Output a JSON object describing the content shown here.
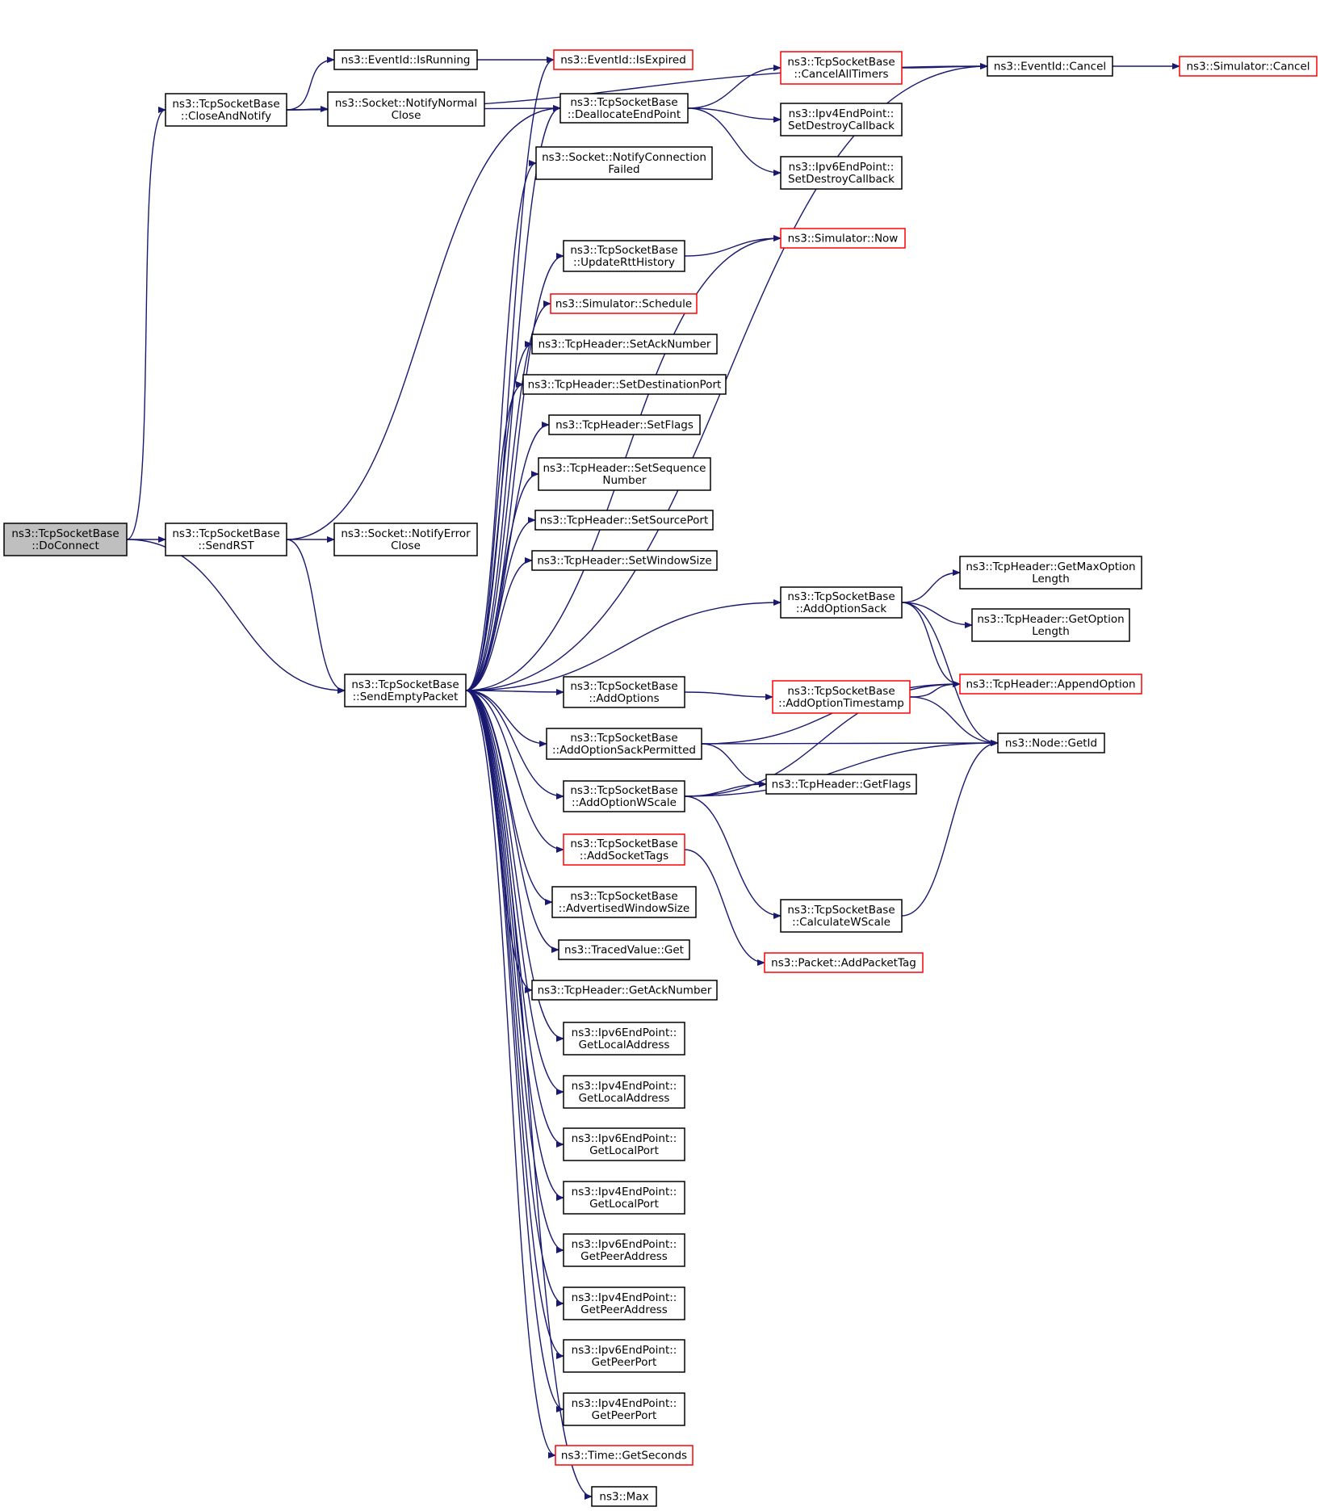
{
  "colors": {
    "root_fill": "#bfbfbf",
    "node_fill": "#ffffff",
    "border_normal": "#000000",
    "border_truncated": "#ff0000",
    "edge": "#191970"
  },
  "nodes": [
    {
      "id": "doconnect",
      "lines": [
        "ns3::TcpSocketBase",
        "::DoConnect"
      ],
      "style": "root"
    },
    {
      "id": "closeandnotify",
      "lines": [
        "ns3::TcpSocketBase",
        "::CloseAndNotify"
      ],
      "style": "normal"
    },
    {
      "id": "sendrst",
      "lines": [
        "ns3::TcpSocketBase",
        "::SendRST"
      ],
      "style": "normal"
    },
    {
      "id": "sendemptypacket",
      "lines": [
        "ns3::TcpSocketBase",
        "::SendEmptyPacket"
      ],
      "style": "normal"
    },
    {
      "id": "isrunning",
      "lines": [
        "ns3::EventId::IsRunning"
      ],
      "style": "normal"
    },
    {
      "id": "notifynormalclose",
      "lines": [
        "ns3::Socket::NotifyNormal",
        "Close"
      ],
      "style": "normal"
    },
    {
      "id": "notifyerrorclose",
      "lines": [
        "ns3::Socket::NotifyError",
        "Close"
      ],
      "style": "normal"
    },
    {
      "id": "isexpired",
      "lines": [
        "ns3::EventId::IsExpired"
      ],
      "style": "truncated"
    },
    {
      "id": "deallocateendpoint",
      "lines": [
        "ns3::TcpSocketBase",
        "::DeallocateEndPoint"
      ],
      "style": "normal"
    },
    {
      "id": "notifyconnectionfailed",
      "lines": [
        "ns3::Socket::NotifyConnection",
        "Failed"
      ],
      "style": "normal"
    },
    {
      "id": "updatertthistory",
      "lines": [
        "ns3::TcpSocketBase",
        "::UpdateRttHistory"
      ],
      "style": "normal"
    },
    {
      "id": "schedule",
      "lines": [
        "ns3::Simulator::Schedule"
      ],
      "style": "truncated"
    },
    {
      "id": "setacknumber",
      "lines": [
        "ns3::TcpHeader::SetAckNumber"
      ],
      "style": "normal"
    },
    {
      "id": "setdestinationport",
      "lines": [
        "ns3::TcpHeader::SetDestinationPort"
      ],
      "style": "normal"
    },
    {
      "id": "setflags",
      "lines": [
        "ns3::TcpHeader::SetFlags"
      ],
      "style": "normal"
    },
    {
      "id": "setsequencenumber",
      "lines": [
        "ns3::TcpHeader::SetSequence",
        "Number"
      ],
      "style": "normal"
    },
    {
      "id": "setsourceport",
      "lines": [
        "ns3::TcpHeader::SetSourcePort"
      ],
      "style": "normal"
    },
    {
      "id": "setwindowsize",
      "lines": [
        "ns3::TcpHeader::SetWindowSize"
      ],
      "style": "normal"
    },
    {
      "id": "addoptions",
      "lines": [
        "ns3::TcpSocketBase",
        "::AddOptions"
      ],
      "style": "normal"
    },
    {
      "id": "addoptionsackpermitted",
      "lines": [
        "ns3::TcpSocketBase",
        "::AddOptionSackPermitted"
      ],
      "style": "normal"
    },
    {
      "id": "addoptionwscale",
      "lines": [
        "ns3::TcpSocketBase",
        "::AddOptionWScale"
      ],
      "style": "normal"
    },
    {
      "id": "addsockettags",
      "lines": [
        "ns3::TcpSocketBase",
        "::AddSocketTags"
      ],
      "style": "truncated"
    },
    {
      "id": "advertisedwindowsize",
      "lines": [
        "ns3::TcpSocketBase",
        "::AdvertisedWindowSize"
      ],
      "style": "normal"
    },
    {
      "id": "tracedvalueget",
      "lines": [
        "ns3::TracedValue::Get"
      ],
      "style": "normal"
    },
    {
      "id": "getacknumber",
      "lines": [
        "ns3::TcpHeader::GetAckNumber"
      ],
      "style": "normal"
    },
    {
      "id": "ipv6getlocaladdress",
      "lines": [
        "ns3::Ipv6EndPoint::",
        "GetLocalAddress"
      ],
      "style": "normal"
    },
    {
      "id": "ipv4getlocaladdress",
      "lines": [
        "ns3::Ipv4EndPoint::",
        "GetLocalAddress"
      ],
      "style": "normal"
    },
    {
      "id": "ipv6getlocalport",
      "lines": [
        "ns3::Ipv6EndPoint::",
        "GetLocalPort"
      ],
      "style": "normal"
    },
    {
      "id": "ipv4getlocalport",
      "lines": [
        "ns3::Ipv4EndPoint::",
        "GetLocalPort"
      ],
      "style": "normal"
    },
    {
      "id": "ipv6getpeeraddress",
      "lines": [
        "ns3::Ipv6EndPoint::",
        "GetPeerAddress"
      ],
      "style": "normal"
    },
    {
      "id": "ipv4getpeeraddress",
      "lines": [
        "ns3::Ipv4EndPoint::",
        "GetPeerAddress"
      ],
      "style": "normal"
    },
    {
      "id": "ipv6getpeerport",
      "lines": [
        "ns3::Ipv6EndPoint::",
        "GetPeerPort"
      ],
      "style": "normal"
    },
    {
      "id": "ipv4getpeerport",
      "lines": [
        "ns3::Ipv4EndPoint::",
        "GetPeerPort"
      ],
      "style": "normal"
    },
    {
      "id": "timegetseconds",
      "lines": [
        "ns3::Time::GetSeconds"
      ],
      "style": "truncated"
    },
    {
      "id": "max",
      "lines": [
        "ns3::Max"
      ],
      "style": "normal"
    },
    {
      "id": "cancelalltimers",
      "lines": [
        "ns3::TcpSocketBase",
        "::CancelAllTimers"
      ],
      "style": "truncated"
    },
    {
      "id": "ipv4setdestroycallback",
      "lines": [
        "ns3::Ipv4EndPoint::",
        "SetDestroyCallback"
      ],
      "style": "normal"
    },
    {
      "id": "ipv6setdestroycallback",
      "lines": [
        "ns3::Ipv6EndPoint::",
        "SetDestroyCallback"
      ],
      "style": "normal"
    },
    {
      "id": "simulatornow",
      "lines": [
        "ns3::Simulator::Now"
      ],
      "style": "truncated"
    },
    {
      "id": "addoptionsack",
      "lines": [
        "ns3::TcpSocketBase",
        "::AddOptionSack"
      ],
      "style": "normal"
    },
    {
      "id": "addoptiontimestamp",
      "lines": [
        "ns3::TcpSocketBase",
        "::AddOptionTimestamp"
      ],
      "style": "truncated"
    },
    {
      "id": "getflags",
      "lines": [
        "ns3::TcpHeader::GetFlags"
      ],
      "style": "normal"
    },
    {
      "id": "calculatewscale",
      "lines": [
        "ns3::TcpSocketBase",
        "::CalculateWScale"
      ],
      "style": "normal"
    },
    {
      "id": "addpackettag",
      "lines": [
        "ns3::Packet::AddPacketTag"
      ],
      "style": "truncated"
    },
    {
      "id": "eventidcancel",
      "lines": [
        "ns3::EventId::Cancel"
      ],
      "style": "normal"
    },
    {
      "id": "simulatorcancel",
      "lines": [
        "ns3::Simulator::Cancel"
      ],
      "style": "truncated"
    },
    {
      "id": "getmaxoptionlength",
      "lines": [
        "ns3::TcpHeader::GetMaxOption",
        "Length"
      ],
      "style": "normal"
    },
    {
      "id": "getoptionlength",
      "lines": [
        "ns3::TcpHeader::GetOption",
        "Length"
      ],
      "style": "normal"
    },
    {
      "id": "appendoption",
      "lines": [
        "ns3::TcpHeader::AppendOption"
      ],
      "style": "truncated"
    },
    {
      "id": "nodegetid",
      "lines": [
        "ns3::Node::GetId"
      ],
      "style": "normal"
    }
  ],
  "edges": [
    [
      "doconnect",
      "closeandnotify"
    ],
    [
      "doconnect",
      "sendrst"
    ],
    [
      "doconnect",
      "sendemptypacket"
    ],
    [
      "closeandnotify",
      "isrunning"
    ],
    [
      "closeandnotify",
      "notifynormalclose"
    ],
    [
      "closeandnotify",
      "deallocateendpoint"
    ],
    [
      "closeandnotify",
      "eventidcancel"
    ],
    [
      "sendrst",
      "notifyerrorclose"
    ],
    [
      "sendrst",
      "sendemptypacket"
    ],
    [
      "sendrst",
      "deallocateendpoint"
    ],
    [
      "isrunning",
      "isexpired"
    ],
    [
      "deallocateendpoint",
      "cancelalltimers"
    ],
    [
      "deallocateendpoint",
      "ipv4setdestroycallback"
    ],
    [
      "deallocateendpoint",
      "ipv6setdestroycallback"
    ],
    [
      "cancelalltimers",
      "eventidcancel"
    ],
    [
      "eventidcancel",
      "simulatorcancel"
    ],
    [
      "updatertthistory",
      "simulatornow"
    ],
    [
      "sendemptypacket",
      "isexpired"
    ],
    [
      "sendemptypacket",
      "deallocateendpoint"
    ],
    [
      "sendemptypacket",
      "notifyconnectionfailed"
    ],
    [
      "sendemptypacket",
      "simulatornow"
    ],
    [
      "sendemptypacket",
      "updatertthistory"
    ],
    [
      "sendemptypacket",
      "schedule"
    ],
    [
      "sendemptypacket",
      "setacknumber"
    ],
    [
      "sendemptypacket",
      "setdestinationport"
    ],
    [
      "sendemptypacket",
      "setflags"
    ],
    [
      "sendemptypacket",
      "setsequencenumber"
    ],
    [
      "sendemptypacket",
      "setsourceport"
    ],
    [
      "sendemptypacket",
      "setwindowsize"
    ],
    [
      "sendemptypacket",
      "eventidcancel"
    ],
    [
      "sendemptypacket",
      "addoptionsack"
    ],
    [
      "sendemptypacket",
      "addoptions"
    ],
    [
      "sendemptypacket",
      "addoptionsackpermitted"
    ],
    [
      "sendemptypacket",
      "addoptionwscale"
    ],
    [
      "sendemptypacket",
      "addsockettags"
    ],
    [
      "sendemptypacket",
      "advertisedwindowsize"
    ],
    [
      "sendemptypacket",
      "tracedvalueget"
    ],
    [
      "sendemptypacket",
      "getacknumber"
    ],
    [
      "sendemptypacket",
      "ipv6getlocaladdress"
    ],
    [
      "sendemptypacket",
      "ipv4getlocaladdress"
    ],
    [
      "sendemptypacket",
      "ipv6getlocalport"
    ],
    [
      "sendemptypacket",
      "ipv4getlocalport"
    ],
    [
      "sendemptypacket",
      "ipv6getpeeraddress"
    ],
    [
      "sendemptypacket",
      "ipv4getpeeraddress"
    ],
    [
      "sendemptypacket",
      "ipv6getpeerport"
    ],
    [
      "sendemptypacket",
      "ipv4getpeerport"
    ],
    [
      "sendemptypacket",
      "timegetseconds"
    ],
    [
      "sendemptypacket",
      "max"
    ],
    [
      "addoptionsack",
      "getmaxoptionlength"
    ],
    [
      "addoptionsack",
      "getoptionlength"
    ],
    [
      "addoptionsack",
      "appendoption"
    ],
    [
      "addoptionsack",
      "nodegetid"
    ],
    [
      "addoptions",
      "addoptiontimestamp"
    ],
    [
      "addoptiontimestamp",
      "appendoption"
    ],
    [
      "addoptiontimestamp",
      "nodegetid"
    ],
    [
      "addoptionsackpermitted",
      "appendoption"
    ],
    [
      "addoptionsackpermitted",
      "nodegetid"
    ],
    [
      "addoptionsackpermitted",
      "getflags"
    ],
    [
      "addoptionwscale",
      "getflags"
    ],
    [
      "addoptionwscale",
      "appendoption"
    ],
    [
      "addoptionwscale",
      "nodegetid"
    ],
    [
      "addoptionwscale",
      "calculatewscale"
    ],
    [
      "calculatewscale",
      "nodegetid"
    ],
    [
      "addsockettags",
      "addpackettag"
    ]
  ]
}
